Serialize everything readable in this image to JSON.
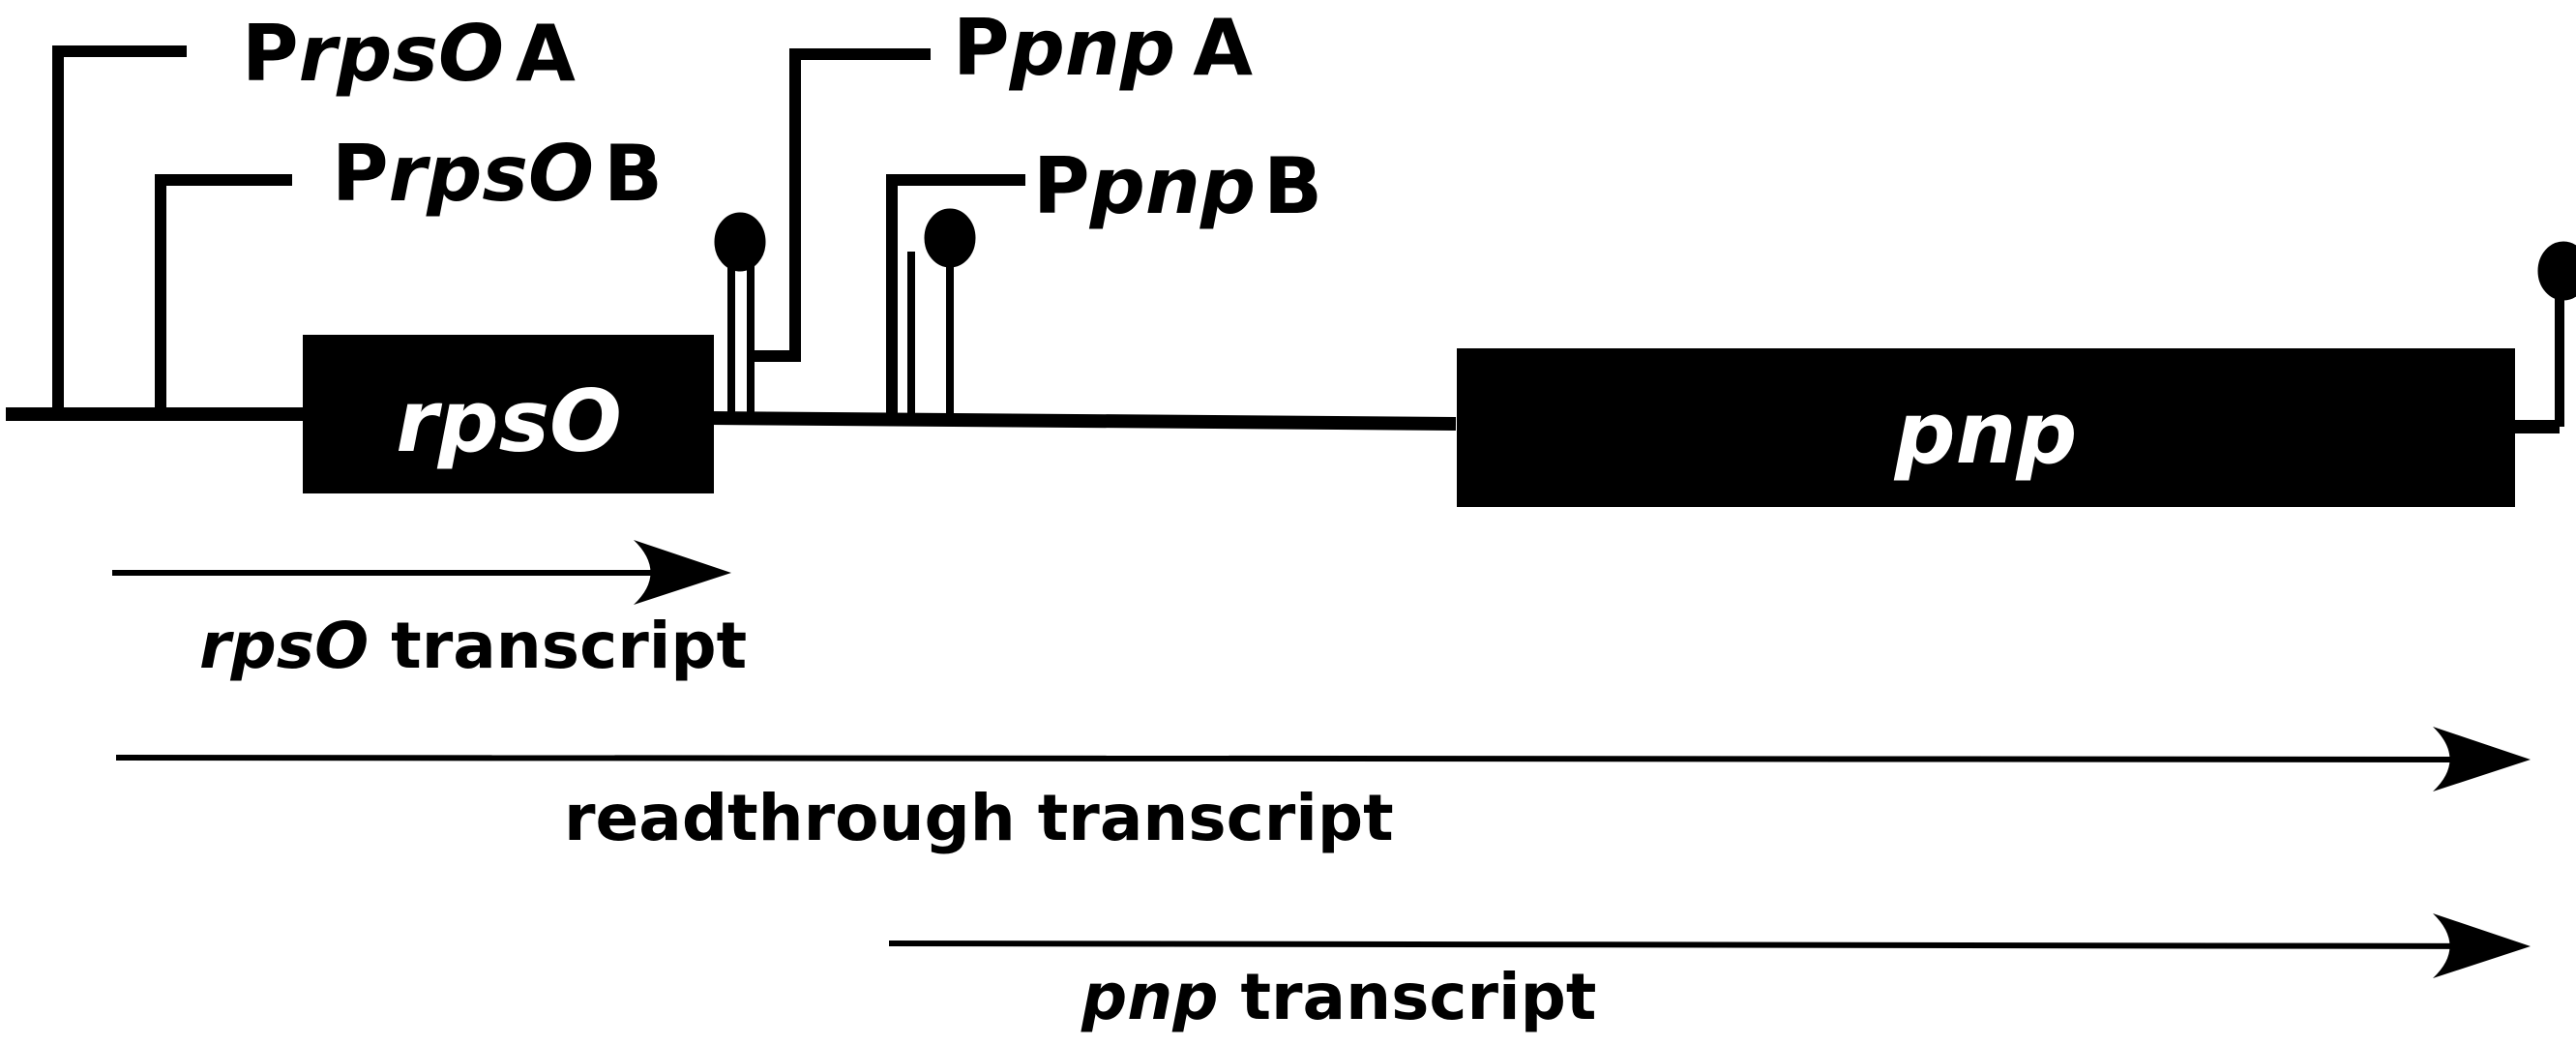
{
  "promoters": {
    "rpsoA": {
      "prefix": "P",
      "gene": "rpsO",
      "suffix": "A"
    },
    "rpsoB": {
      "prefix": "P",
      "gene": "rpsO",
      "suffix": "B"
    },
    "pnpA": {
      "prefix": "P",
      "gene": "pnp",
      "suffix": "A"
    },
    "pnpB": {
      "prefix": "P",
      "gene": "pnp",
      "suffix": "B"
    }
  },
  "genes": {
    "rpso": "rpsO",
    "pnp": "pnp"
  },
  "transcripts": {
    "rpso": {
      "gene": "rpsO",
      "label": " transcript"
    },
    "readthrough": {
      "label": "readthrough transcript"
    },
    "pnp": {
      "gene": "pnp",
      "label": " transcript"
    }
  },
  "colors": {
    "ink": "#000000",
    "paper": "#ffffff"
  }
}
